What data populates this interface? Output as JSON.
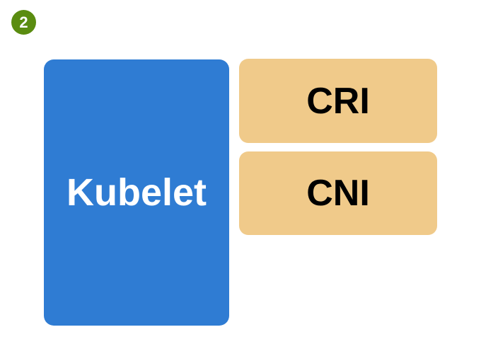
{
  "diagram": {
    "background_color": "#FFFFFF",
    "step_badge": {
      "label": "2",
      "color": "#5A8C10",
      "text_color": "#FFFFFF"
    },
    "kubelet_box": {
      "label": "Kubelet",
      "color": "#2F7CD3",
      "text_color": "#FFFFFF"
    },
    "plugin_boxes": [
      {
        "id": "cri",
        "label": "CRI",
        "color": "#F0CA8A",
        "text_color": "#000000"
      },
      {
        "id": "cni",
        "label": "CNI",
        "color": "#F0CA8A",
        "text_color": "#000000"
      }
    ]
  }
}
